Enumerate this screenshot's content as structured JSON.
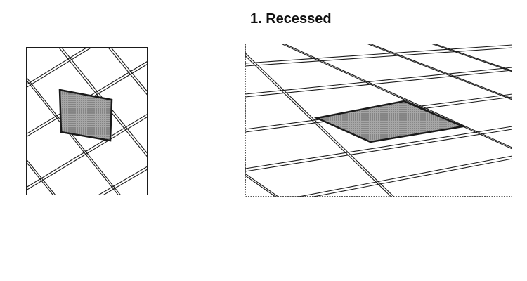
{
  "diagram": {
    "title": "1. Recessed",
    "colors": {
      "line": "#1a1a1a",
      "panel_fill": "#8f8f8f",
      "background": "#ffffff"
    },
    "views": [
      {
        "name": "plan-view",
        "description_visible": false
      },
      {
        "name": "perspective-view",
        "description_visible": false
      }
    ]
  }
}
